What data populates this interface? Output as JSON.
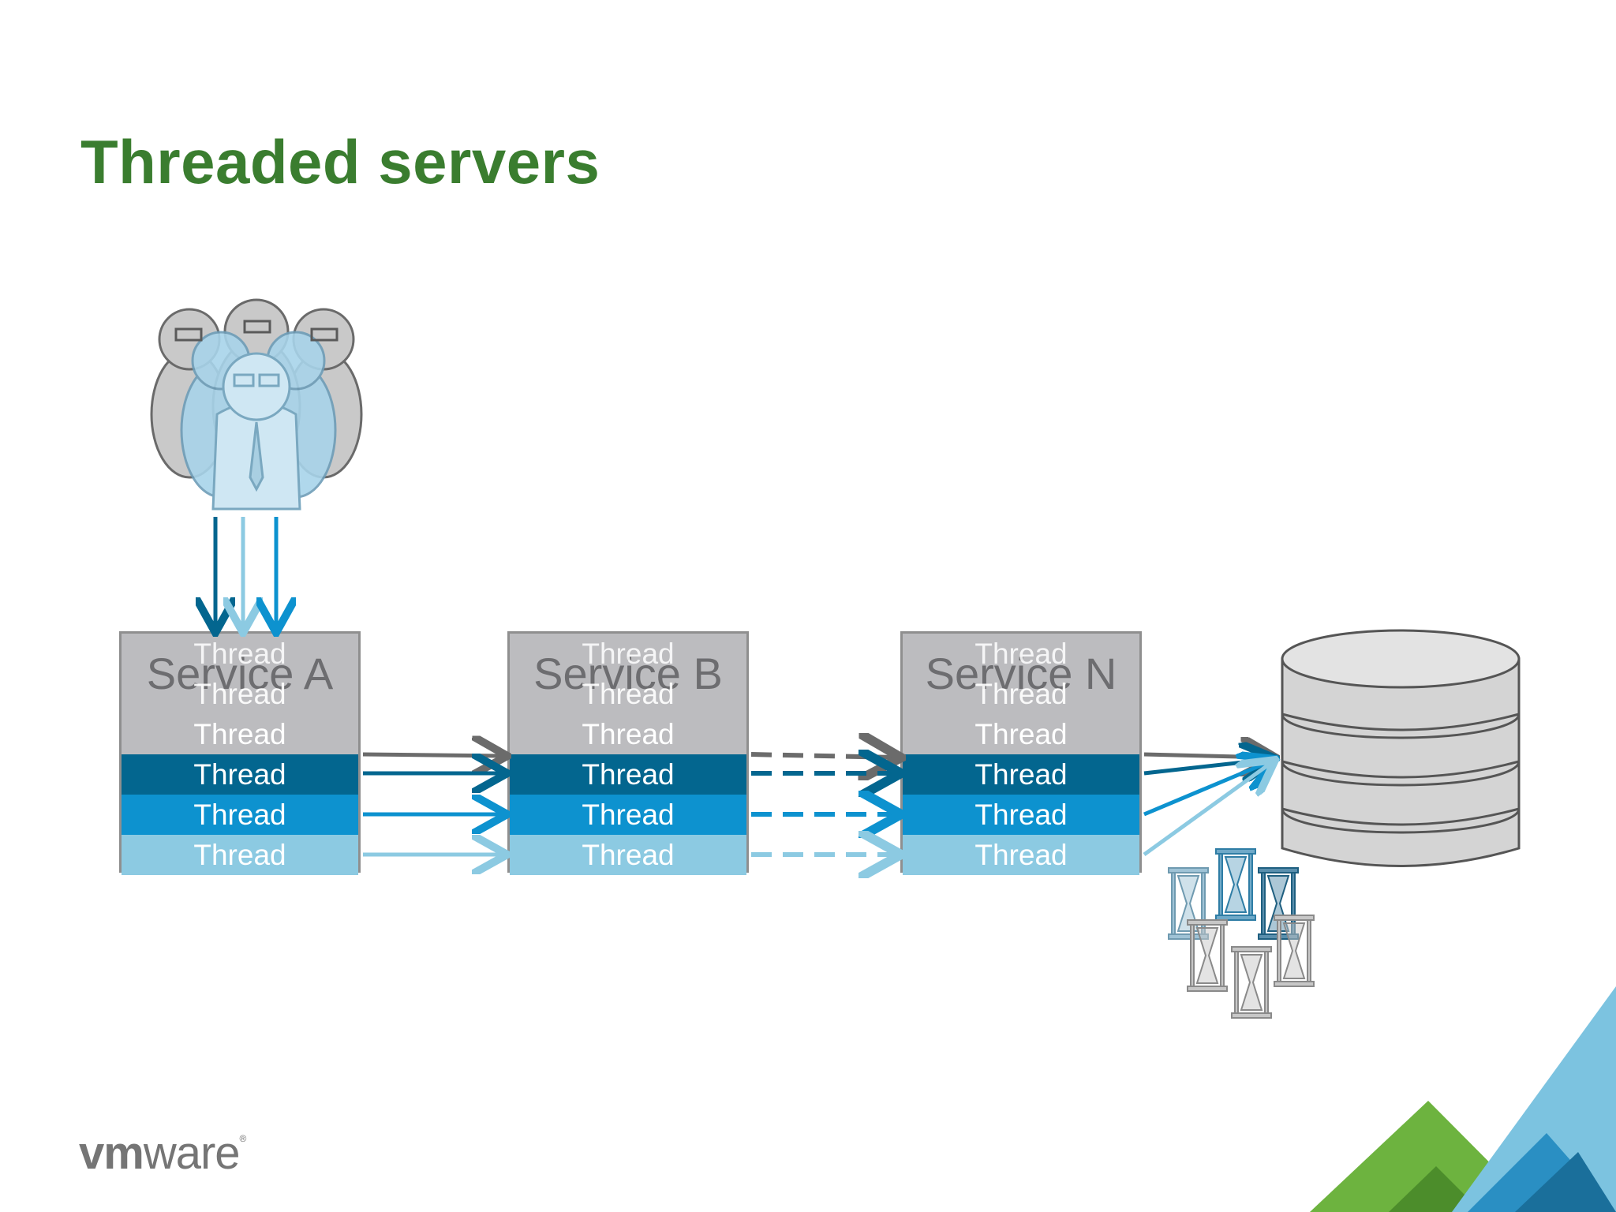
{
  "slide": {
    "title": "Threaded servers",
    "logo_text": "vmware",
    "logo_text_bold": "vm",
    "logo_text_light": "ware",
    "logo_mark": "®"
  },
  "colors": {
    "title_green": "#3a7d2f",
    "box_gray": "#bcbcbf",
    "thread_dark": "#03668f",
    "thread_mid": "#0d92cf",
    "thread_light": "#8ccae2",
    "corner_green": "#6db33f",
    "corner_blue": "#7cc3e0"
  },
  "services": [
    {
      "label": "Service A",
      "threads": [
        "Thread",
        "Thread",
        "Thread",
        "Thread",
        "Thread",
        "Thread"
      ]
    },
    {
      "label": "Service B",
      "threads": [
        "Thread",
        "Thread",
        "Thread",
        "Thread",
        "Thread",
        "Thread"
      ]
    },
    {
      "label": "Service N",
      "threads": [
        "Thread",
        "Thread",
        "Thread",
        "Thread",
        "Thread",
        "Thread"
      ]
    }
  ],
  "icons": [
    "users-group-icon",
    "database-icon",
    "hourglass-icon",
    "vmware-logo",
    "corner-triangles"
  ]
}
